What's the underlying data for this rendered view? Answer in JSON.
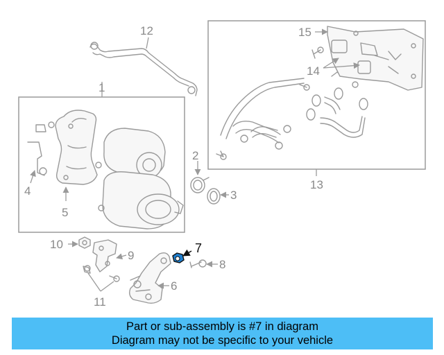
{
  "diagram": {
    "callouts": {
      "c1": "1",
      "c2": "2",
      "c3": "3",
      "c4": "4",
      "c5": "5",
      "c6": "6",
      "c7": "7",
      "c8": "8",
      "c9": "9",
      "c10": "10",
      "c11": "11",
      "c12": "12",
      "c13": "13",
      "c14": "14",
      "c15": "15"
    },
    "highlighted_part": "7",
    "highlight_color": "#111111",
    "part_color": "#9a9a9a",
    "bolt_highlight_color": "#1e7fd0"
  },
  "banner": {
    "line1": "Part or sub-assembly is #7 in diagram",
    "line2": "Diagram may not be specific to your vehicle",
    "background": "#4dbef6"
  }
}
